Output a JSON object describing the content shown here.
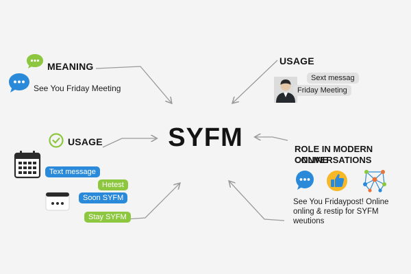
{
  "center": {
    "title": "SYFM"
  },
  "meaning": {
    "heading": "MEANING",
    "text": "See You Friday Meeting"
  },
  "usage_left": {
    "heading": "USAGE",
    "bubbles": [
      "Text message",
      "Hetest",
      "Soon SYFM",
      "Stay SYFM"
    ]
  },
  "usage_right": {
    "heading": "USAGE",
    "bubbles": [
      "Sext messag",
      "Friday Meeting"
    ]
  },
  "role": {
    "heading_line1": "ROLE IN MODERN ONLINE",
    "heading_line2": "CONVERSATIONS",
    "text_line1": "See You Fridaypost! Online",
    "text_line2": "onling & restip for SYFM",
    "text_line3": "weutions"
  },
  "colors": {
    "accent_blue": "#2a8ad9",
    "accent_green": "#8dc63f",
    "arrow_grey": "#9a9a9a"
  },
  "icons": [
    "chat-bubble-green-icon",
    "chat-bubble-blue-icon",
    "clock-check-icon",
    "calendar-icon",
    "message-window-icon",
    "person-avatar-icon",
    "thumbs-up-icon",
    "network-icon"
  ]
}
